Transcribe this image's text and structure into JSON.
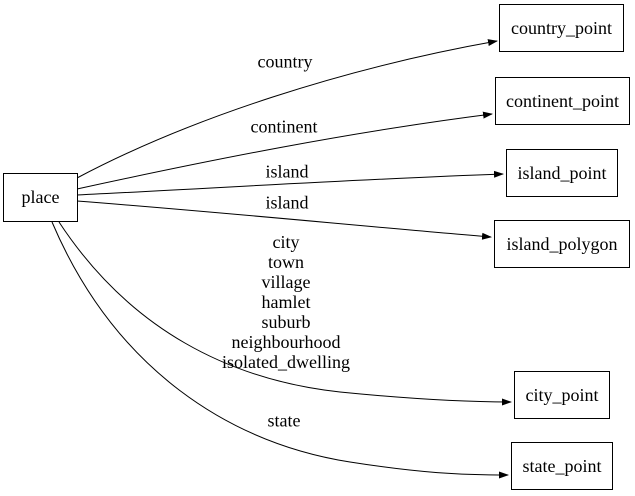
{
  "diagram": {
    "type": "directed-graph",
    "colors": {
      "background": "#ffffff",
      "stroke": "#000000",
      "text": "#000000"
    },
    "source": {
      "label": "place"
    },
    "targets": [
      {
        "label": "country_point"
      },
      {
        "label": "continent_point"
      },
      {
        "label": "island_point"
      },
      {
        "label": "island_polygon"
      },
      {
        "label": "city_point"
      },
      {
        "label": "state_point"
      }
    ],
    "edges": [
      {
        "from": "place",
        "to": "country_point",
        "label": "country"
      },
      {
        "from": "place",
        "to": "continent_point",
        "label": "continent"
      },
      {
        "from": "place",
        "to": "island_point",
        "label": "island"
      },
      {
        "from": "place",
        "to": "island_polygon",
        "label": "island"
      },
      {
        "from": "place",
        "to": "city_point",
        "label_lines": [
          "city",
          "town",
          "village",
          "hamlet",
          "suburb",
          "neighbourhood",
          "isolated_dwelling"
        ]
      },
      {
        "from": "place",
        "to": "state_point",
        "label": "state"
      }
    ]
  }
}
